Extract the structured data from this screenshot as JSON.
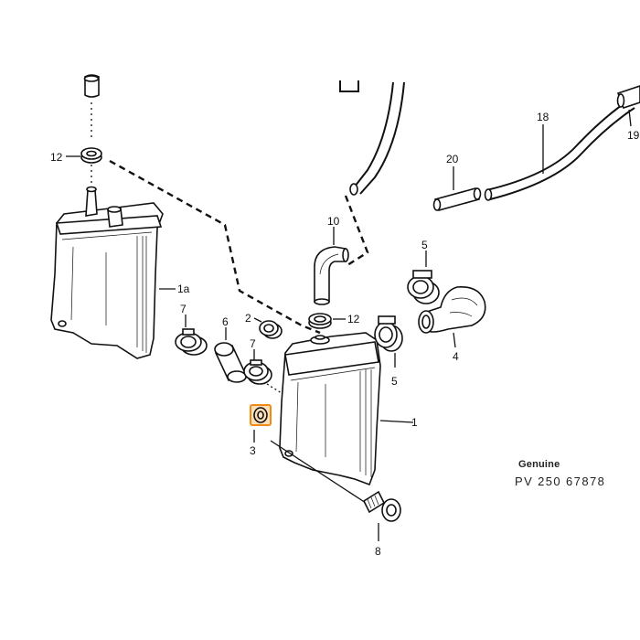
{
  "callouts": {
    "c1": "1",
    "c1a": "1a",
    "c2": "2",
    "c3": "3",
    "c4": "4",
    "c5a": "5",
    "c5b": "5",
    "c6": "6",
    "c7a": "7",
    "c7b": "7",
    "c8": "8",
    "c10": "10",
    "c12a": "12",
    "c12b": "12",
    "c18": "18",
    "c19": "19",
    "c20": "20"
  },
  "stamp": {
    "genuine": "Genuine",
    "part_number": "PV 250  67878"
  },
  "colors": {
    "ink": "#111111",
    "highlight": "#f08a16"
  }
}
